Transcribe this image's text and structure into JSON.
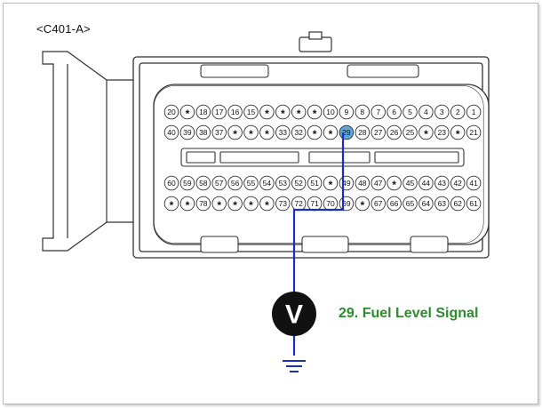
{
  "connector_id": "<C401-A>",
  "meter_symbol": "V",
  "signal_label": "29. Fuel Level Signal",
  "probe_pin": "29",
  "colors": {
    "wire": "#1a2fbf",
    "signal_text": "#2e8b2e",
    "highlight": "#5fa6d6"
  },
  "pin_rows": [
    [
      "20",
      "*",
      "18",
      "17",
      "16",
      "15",
      "*",
      "*",
      "*",
      "*",
      "10",
      "9",
      "8",
      "7",
      "6",
      "5",
      "4",
      "3",
      "2",
      "1"
    ],
    [
      "40",
      "39",
      "38",
      "37",
      "*",
      "*",
      "*",
      "33",
      "32",
      "*",
      "*",
      "29",
      "28",
      "27",
      "26",
      "25",
      "*",
      "23",
      "*",
      "21"
    ],
    [
      "60",
      "59",
      "58",
      "57",
      "56",
      "55",
      "54",
      "53",
      "52",
      "51",
      "*",
      "49",
      "48",
      "47",
      "*",
      "45",
      "44",
      "43",
      "42",
      "41"
    ],
    [
      "*",
      "*",
      "78",
      "*",
      "*",
      "*",
      "*",
      "73",
      "72",
      "71",
      "70",
      "69",
      "*",
      "67",
      "66",
      "65",
      "64",
      "63",
      "62",
      "61"
    ]
  ]
}
